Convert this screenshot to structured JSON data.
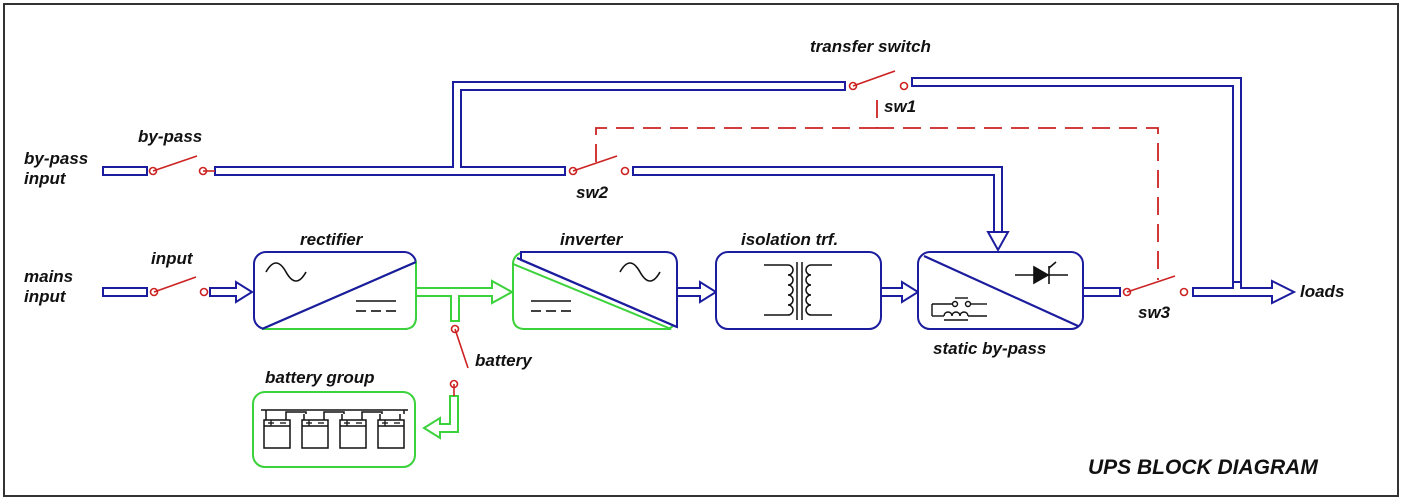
{
  "title": "UPS BLOCK DIAGRAM",
  "inputs": {
    "bypass": "by-pass\ninput",
    "mains": "mains\ninput"
  },
  "switches": {
    "bypass": "by-pass",
    "input": "input",
    "transfer": "transfer switch",
    "sw1": "sw1",
    "sw2": "sw2",
    "sw3": "sw3",
    "battery": "battery"
  },
  "blocks": {
    "rectifier": "rectifier",
    "inverter": "inverter",
    "isolation": "isolation trf.",
    "static_bypass": "static by-pass",
    "battery_group": "battery group"
  },
  "output": "loads",
  "colors": {
    "ac_bus": "#1c1c9e",
    "dc_bus": "#3bd23b",
    "switch": "#cc2222",
    "control": "#cc2222",
    "frame": "#333333"
  }
}
